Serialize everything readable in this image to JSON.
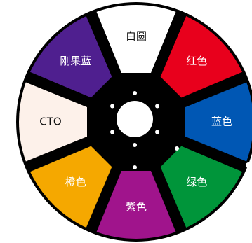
{
  "wheel": {
    "segments": [
      {
        "id": "white",
        "label": "白圆",
        "color": "#ffffff",
        "text_color": "#111111"
      },
      {
        "id": "red",
        "label": "红色",
        "color": "#e8001c",
        "text_color": "#ffffff"
      },
      {
        "id": "blue",
        "label": "蓝色",
        "color": "#0057b4",
        "text_color": "#ffffff"
      },
      {
        "id": "green",
        "label": "绿色",
        "color": "#00953a",
        "text_color": "#ffffff"
      },
      {
        "id": "purple",
        "label": "紫色",
        "color": "#a0148c",
        "text_color": "#ffffff"
      },
      {
        "id": "orange",
        "label": "橙色",
        "color": "#f5a800",
        "text_color": "#ffffff"
      },
      {
        "id": "cto",
        "label": "CTO",
        "color": "#fdf1ea",
        "text_color": "#111111"
      },
      {
        "id": "royal-blue",
        "label": "刚果蓝",
        "color": "#4f1f8f",
        "text_color": "#ffffff"
      }
    ],
    "hub_color": "#000000",
    "rim_color": "#000000",
    "center_hole_color": "#ffffff",
    "dot_color": "#ffffff"
  }
}
